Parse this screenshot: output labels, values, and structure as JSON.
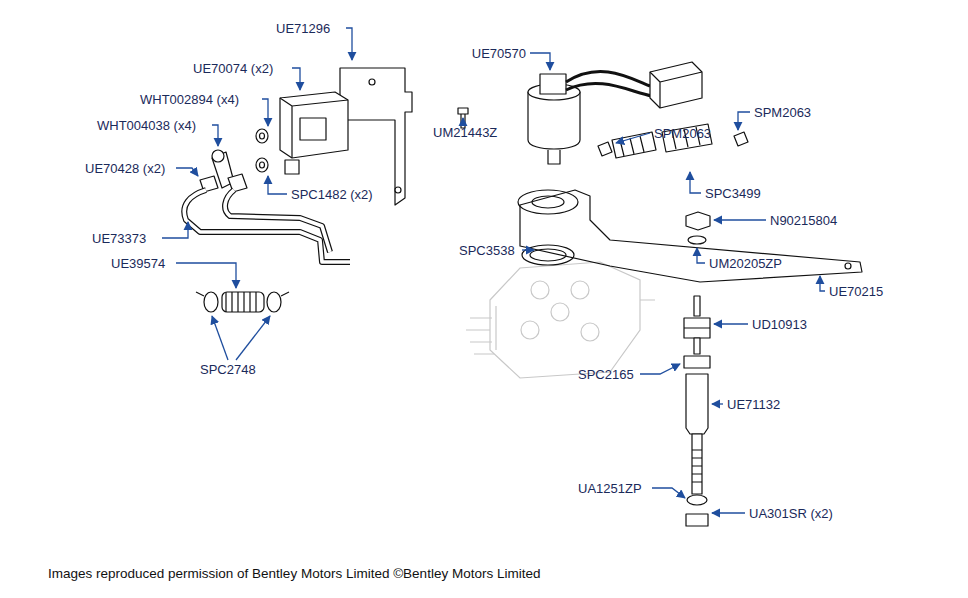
{
  "diagram": {
    "caption": "Images reproduced permission of Bentley Motors Limited ©Bentley Motors Limited",
    "labels": [
      "UE71296",
      "UE70074 (x2)",
      "UE70570",
      "WHT002894 (x4)",
      "SPM2063",
      "WHT004038 (x4)",
      "UM21443Z",
      "SPM2063",
      "UE70428 (x2)",
      "SPC1482 (x2)",
      "SPC3499",
      "N90215804",
      "UE73373",
      "UE39574",
      "SPC3538",
      "UM20205ZP",
      "UE70215",
      "UD10913",
      "SPC2748",
      "SPC2165",
      "UE71132",
      "UA1251ZP",
      "UA301SR (x2)"
    ]
  }
}
